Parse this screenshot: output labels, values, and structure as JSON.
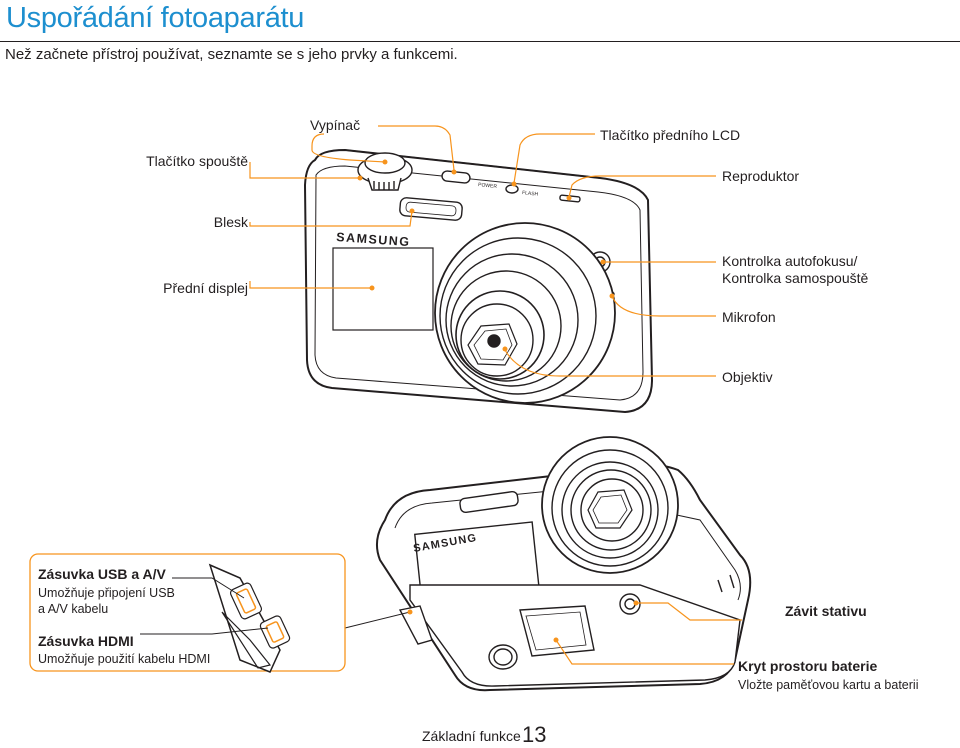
{
  "page": {
    "title": "Uspořádání fotoaparátu",
    "subtitle": "Než začnete přístroj používat, seznamte se s jeho prvky a funkcemi."
  },
  "front_view": {
    "brand": "SAMSUNG",
    "labels": {
      "shutter": "Tlačítko spouště",
      "power": "Vypínač",
      "front_lcd_button": "Tlačítko předního LCD",
      "speaker": "Reproduktor",
      "flash": "Blesk",
      "front_display": "Přední displej",
      "af_lamp_line1": "Kontrolka autofokusu/",
      "af_lamp_line2": "Kontrolka samospouště",
      "microphone": "Mikrofon",
      "lens": "Objektiv"
    },
    "top_markings": {
      "power": "POWER",
      "flash": "FLASH"
    }
  },
  "bottom_view": {
    "brand": "SAMSUNG",
    "usb_av": {
      "title": "Zásuvka USB a A/V",
      "desc_line1": "Umožňuje připojení USB",
      "desc_line2": "a A/V kabelu"
    },
    "hdmi": {
      "title": "Zásuvka HDMI",
      "desc": "Umožňuje použití kabelu HDMI"
    },
    "tripod": "Závit stativu",
    "battery": {
      "title": "Kryt prostoru baterie",
      "desc": "Vložte paměťovou kartu a baterii"
    }
  },
  "footer": {
    "section": "Základní funkce",
    "page_number": "13"
  },
  "colors": {
    "title": "#1d8fcf",
    "leader": "#f7941d",
    "text": "#231f20"
  }
}
